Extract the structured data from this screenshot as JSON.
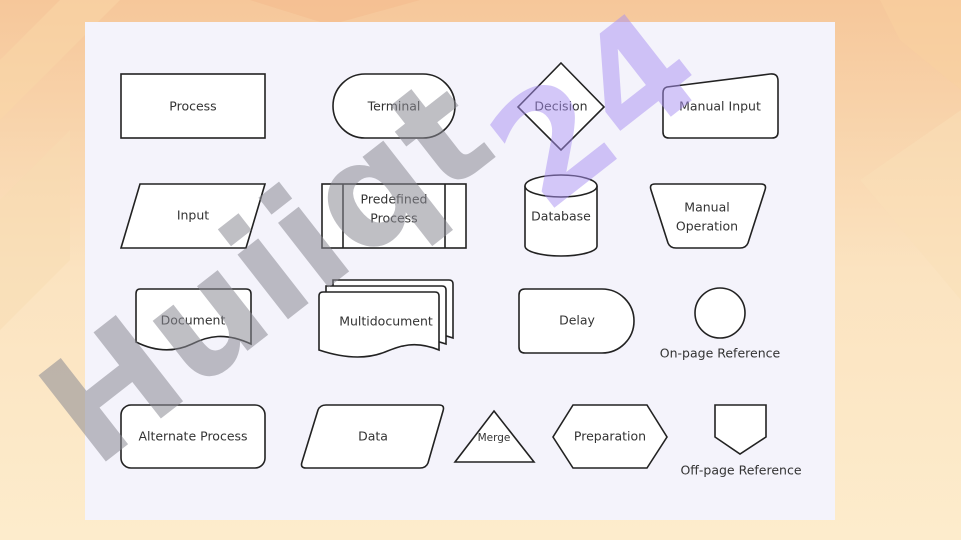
{
  "colors": {
    "page_background": "#fbe7c3",
    "panel_background": "#f4f3fb",
    "stroke": "#222222",
    "text": "#333333",
    "watermark_gray": "#8b8b94",
    "watermark_purple": "#a990f2"
  },
  "shapes": {
    "process": "Process",
    "terminal": "Terminal",
    "decision": "Decision",
    "manual_input": "Manual Input",
    "input": "Input",
    "predefined_process_line1": "Predefined",
    "predefined_process_line2": "Process",
    "database": "Database",
    "manual_operation_line1": "Manual",
    "manual_operation_line2": "Operation",
    "document": "Document",
    "multidocument": "Multidocument",
    "delay": "Delay",
    "on_page_reference": "On-page Reference",
    "alternate_process": "Alternate Process",
    "data": "Data",
    "merge": "Merge",
    "preparation": "Preparation",
    "off_page_reference": "Off-page Reference"
  },
  "watermark": {
    "main": "Huiiqt",
    "suffix": "24"
  }
}
